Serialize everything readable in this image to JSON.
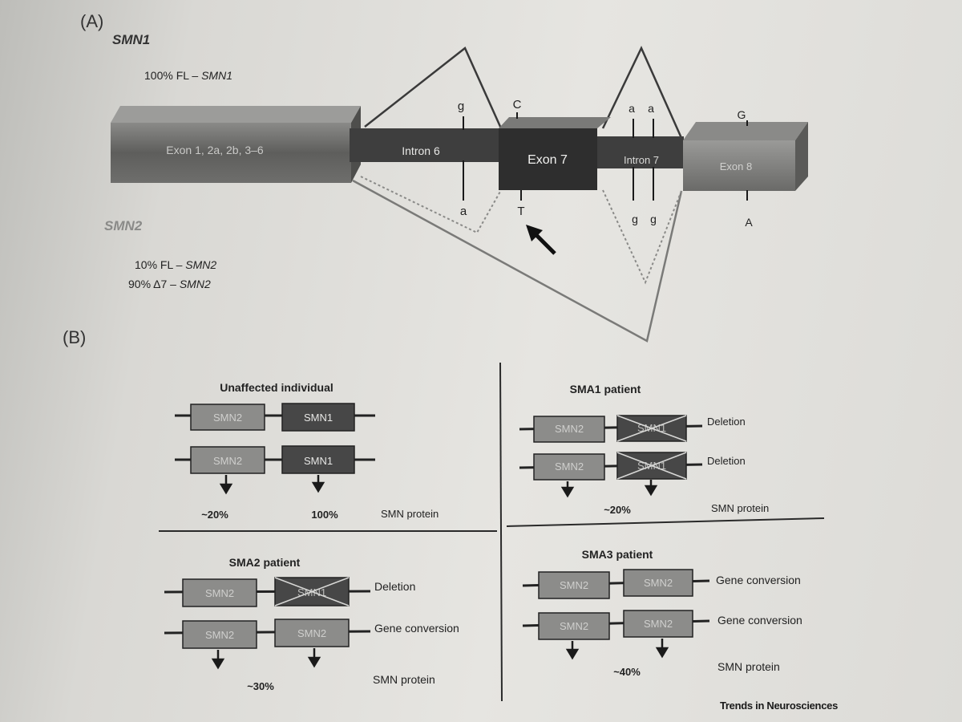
{
  "panel_a": {
    "label": "(A)",
    "smn1_title": "SMN1",
    "smn1_fl_prefix": "100% FL – ",
    "smn1_fl_gene": "SMN1",
    "smn2_title": "SMN2",
    "smn2_fl_prefix": "10% FL – ",
    "smn2_fl_gene": "SMN2",
    "smn2_d7_prefix": "90% Δ7 – ",
    "smn2_d7_gene": "SMN2",
    "segments": {
      "exon_1_6": "Exon 1, 2a, 2b, 3–6",
      "intron6": "Intron 6",
      "exon7": "Exon 7",
      "intron7": "Intron 7",
      "exon8": "Exon 8"
    },
    "nucleotides": {
      "intron6_top": "g",
      "intron6_bottom": "a",
      "exon7_top": "C",
      "exon7_bottom": "T",
      "intron7_top_1": "a",
      "intron7_top_2": "a",
      "intron7_bottom_1": "g",
      "intron7_bottom_2": "g",
      "exon8_top": "G",
      "exon8_bottom": "A"
    },
    "arrow_icon": "arrow-pointing-up-left"
  },
  "panel_b": {
    "label": "(B)",
    "unaffected": {
      "title": "Unaffected individual",
      "row1": [
        "SMN2",
        "SMN1"
      ],
      "row2": [
        "SMN2",
        "SMN1"
      ],
      "pct_left": "~20%",
      "pct_right": "100%",
      "protein": "SMN protein"
    },
    "sma1": {
      "title": "SMA1 patient",
      "row1": [
        "SMN2",
        "SMN1"
      ],
      "row2": [
        "SMN2",
        "SMN1"
      ],
      "note1": "Deletion",
      "note2": "Deletion",
      "pct": "~20%",
      "protein": "SMN protein"
    },
    "sma2": {
      "title": "SMA2 patient",
      "row1": [
        "SMN2",
        "SMN1"
      ],
      "row2": [
        "SMN2",
        "SMN2"
      ],
      "note1": "Deletion",
      "note2": "Gene conversion",
      "pct": "~30%",
      "protein": "SMN protein"
    },
    "sma3": {
      "title": "SMA3 patient",
      "row1": [
        "SMN2",
        "SMN2"
      ],
      "row2": [
        "SMN2",
        "SMN2"
      ],
      "note1": "Gene conversion",
      "note2": "Gene conversion",
      "pct": "~40%",
      "protein": "SMN protein"
    }
  },
  "credit": "Trends in Neurosciences",
  "colors": {
    "smn1_box": "#4a4a4a",
    "smn2_box": "#8c8c8a",
    "dark_segment": "#3a3a3a",
    "line": "#2a2a2a"
  }
}
